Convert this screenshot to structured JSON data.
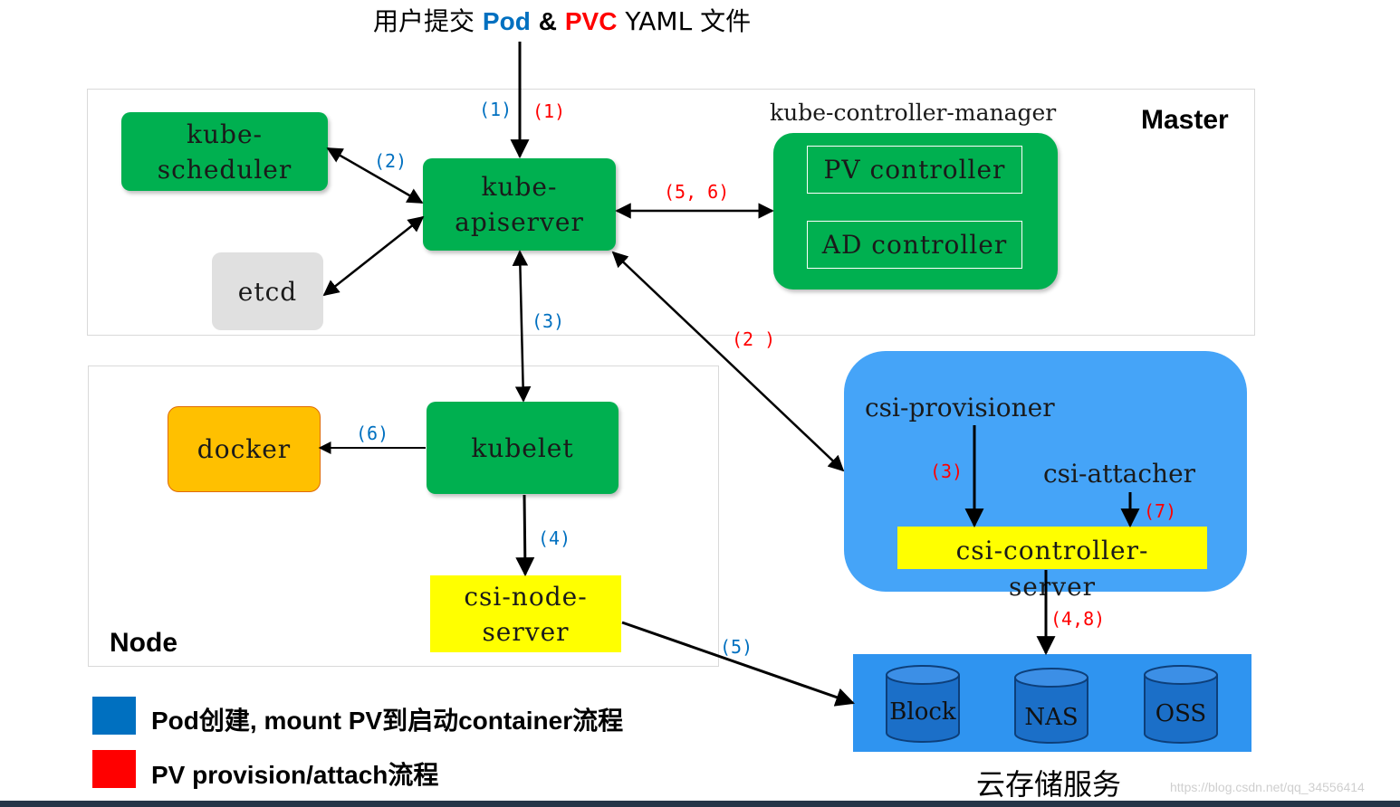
{
  "title": {
    "prefix": "用户提交",
    "pod": "Pod",
    "amp": "&",
    "pvc": "PVC",
    "suffix": "YAML 文件"
  },
  "master": {
    "label": "Master",
    "kube_scheduler": "kube-\nscheduler",
    "etcd": "etcd",
    "kube_apiserver": "kube-\napiserver",
    "controller_manager_label": "kube-controller-manager",
    "pv_controller": "PV controller",
    "ad_controller": "AD controller"
  },
  "node": {
    "label": "Node",
    "docker": "docker",
    "kubelet": "kubelet",
    "csi_node_server": "csi-node-\nserver"
  },
  "csi_controller": {
    "provisioner": "csi-provisioner",
    "attacher": "csi-attacher",
    "server": "csi-controller-\nserver"
  },
  "storage": {
    "items": [
      "Block",
      "NAS",
      "OSS"
    ],
    "caption": "云存储服务"
  },
  "step_labels": {
    "blue_1": "(1)",
    "red_1": "(1)",
    "blue_2": "(2)",
    "red_5_6": "(5, 6)",
    "blue_3": "(3)",
    "red_2": "(2 )",
    "blue_6": "(6)",
    "red_3": "(3)",
    "red_7": "(7)",
    "blue_4": "(4)",
    "red_4_8": "(4,8)",
    "blue_5": "(5)"
  },
  "legend": {
    "blue_text": "Pod创建, mount PV到启动container流程",
    "red_text": "PV provision/attach流程"
  },
  "watermark": "https://blog.csdn.net/qq_34556414",
  "colors": {
    "component_green": "#00b050",
    "csi_blue": "#45a4f8",
    "storage_blue": "#2f94f0",
    "csi_yellow": "#ffff00",
    "docker_orange": "#ffc000",
    "etcd_gray": "#e0e0e0",
    "flow_blue": "#0070c0",
    "flow_red": "#ff0000"
  }
}
